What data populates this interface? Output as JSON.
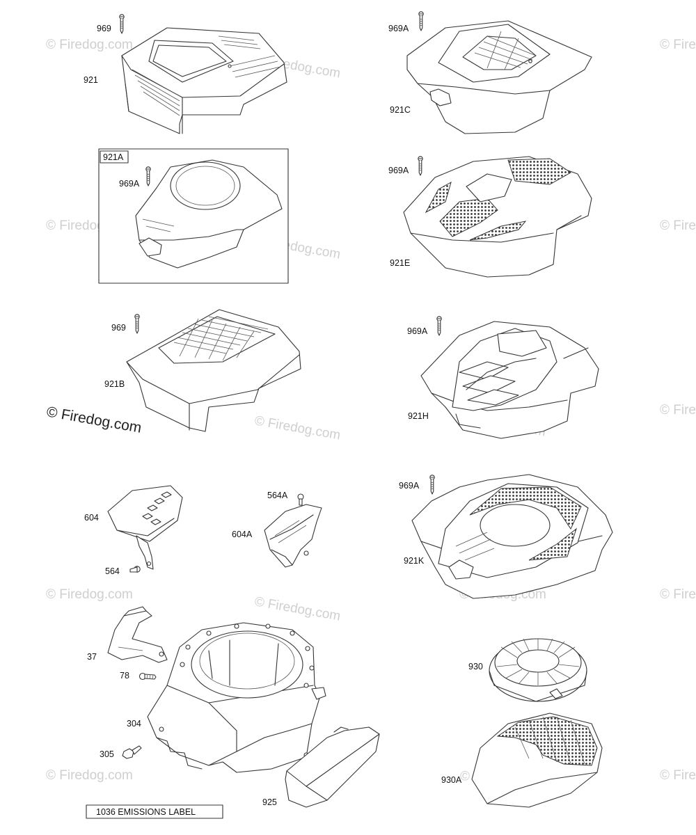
{
  "watermark": "© Firedog.com",
  "labels": {
    "p969": "969",
    "p921": "921",
    "p969a_1": "969A",
    "p921c": "921C",
    "p921a": "921A",
    "p969a_2": "969A",
    "p969a_3": "969A",
    "p921e": "921E",
    "p969_2": "969",
    "p921b": "921B",
    "p969a_4": "969A",
    "p921h": "921H",
    "p604": "604",
    "p564a": "564A",
    "p604a": "604A",
    "p564": "564",
    "p969a_5": "969A",
    "p921k": "921K",
    "p37": "37",
    "p78": "78",
    "p304": "304",
    "p305": "305",
    "p925": "925",
    "p930": "930",
    "p930a": "930A",
    "p1036": "1036 EMISSIONS LABEL"
  }
}
